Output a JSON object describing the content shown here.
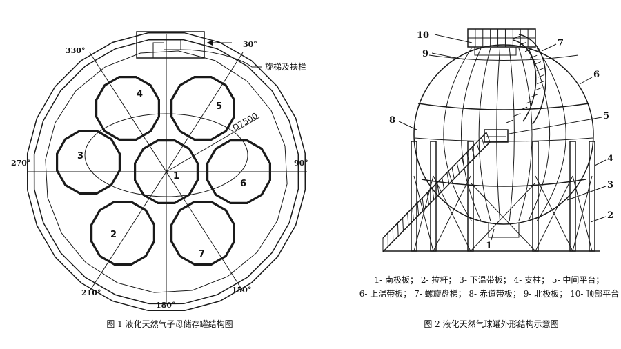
{
  "figure1": {
    "caption": "图 1 液化天然气子母储存罐结构图",
    "angles": [
      "330°",
      "30°",
      "270°",
      "90°",
      "210°",
      "150°",
      "180°"
    ],
    "tank_numbers": [
      "1",
      "2",
      "3",
      "4",
      "5",
      "6",
      "7"
    ],
    "stair_label": "旋梯及扶栏",
    "diameter_label": "D7500"
  },
  "figure2": {
    "caption": "图 2 液化天然气球罐外形结构示意图",
    "callouts": [
      "10",
      "9",
      "7",
      "6",
      "8",
      "5",
      "4",
      "3",
      "2",
      "1"
    ],
    "legend": [
      "1- 南极板；",
      "2- 拉杆；",
      "3- 下温带板；",
      "4- 支柱；",
      "5- 中间平台；",
      "6- 上温带板；",
      "7- 螺旋盘梯；",
      "8- 赤道带板；",
      "9- 北极板；",
      "10- 顶部平台"
    ]
  }
}
